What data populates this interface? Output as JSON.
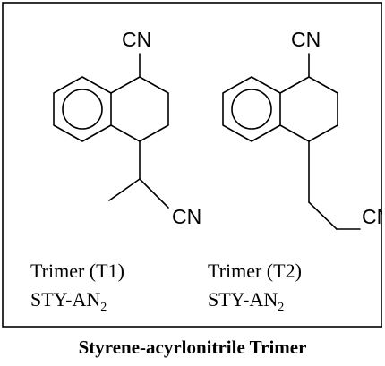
{
  "figure": {
    "caption": "Styrene-acyrlonitrile Trimer",
    "molecules": [
      {
        "name_line": "Trimer (T1)",
        "formula_base": "STY-AN",
        "formula_sub": "2",
        "groups": [
          "CN",
          "CN"
        ]
      },
      {
        "name_line": "Trimer (T2)",
        "formula_base": "STY-AN",
        "formula_sub": "2",
        "groups": [
          "CN",
          "CN"
        ]
      }
    ]
  }
}
